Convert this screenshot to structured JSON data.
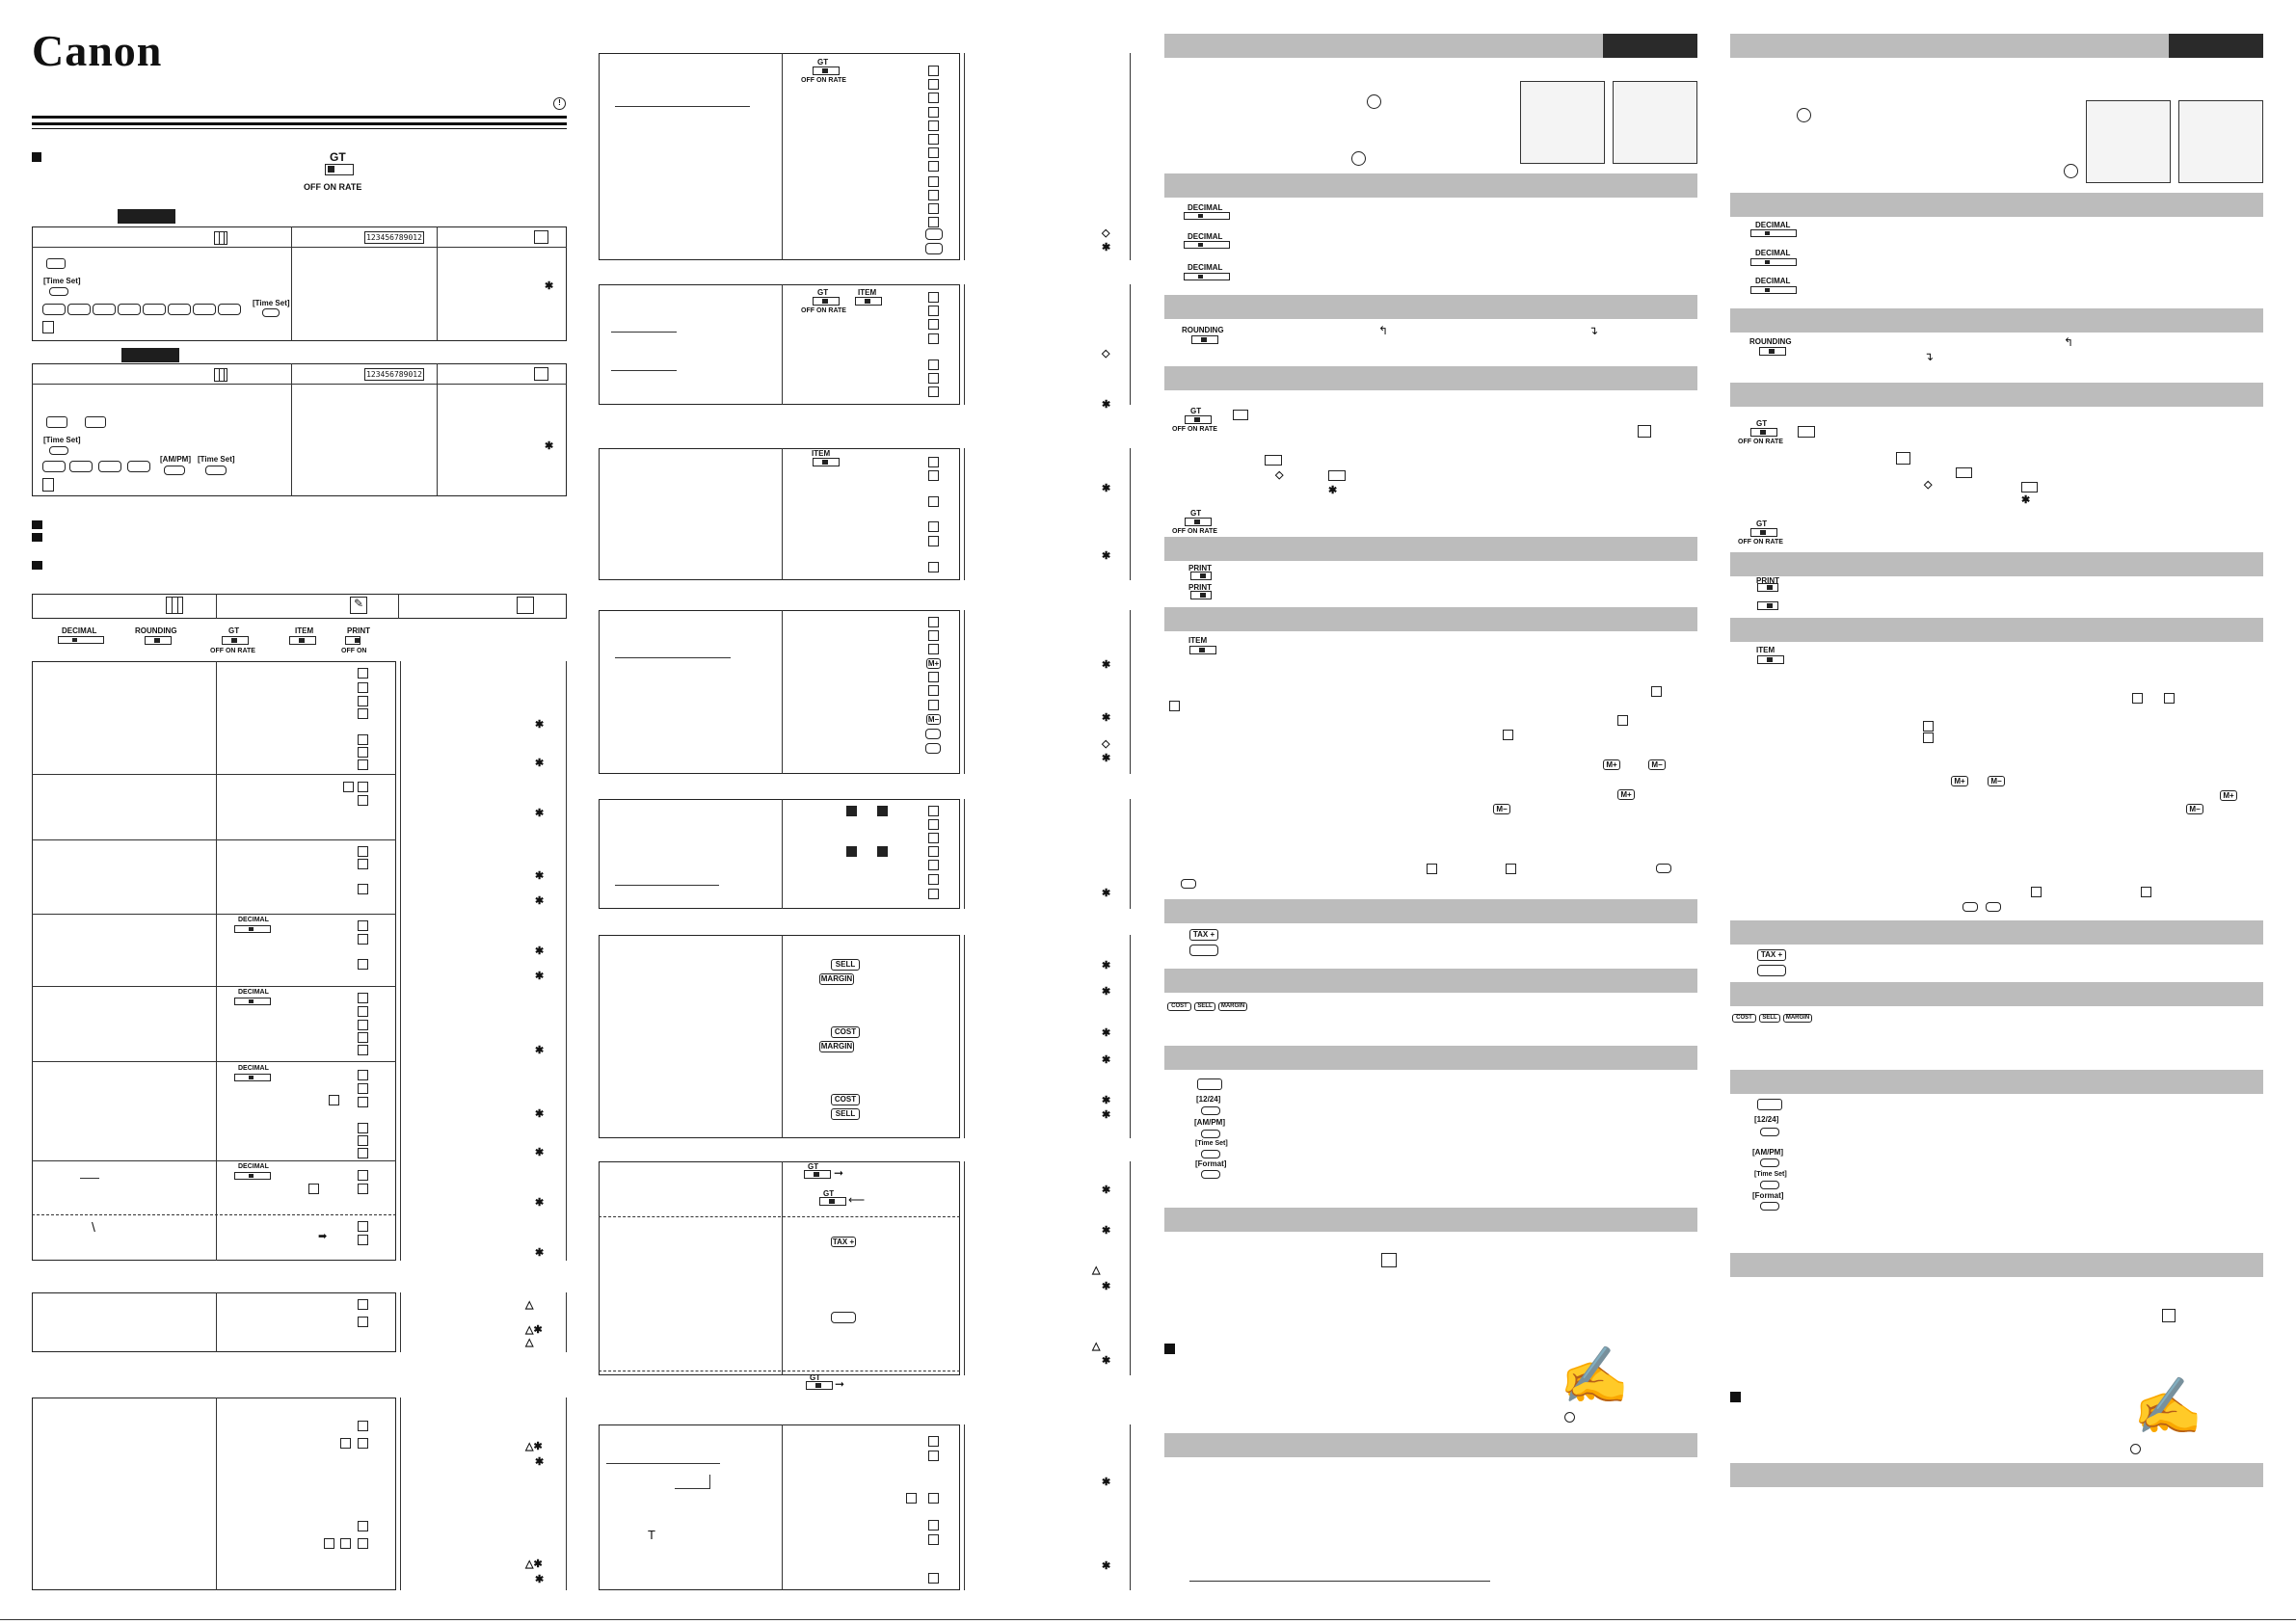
{
  "brand": {
    "logo_text": "Canon"
  },
  "switch_labels": {
    "gt": "GT",
    "gt_positions": "OFF  ON  RATE",
    "decimal": "DECIMAL",
    "rounding": "ROUNDING",
    "item": "ITEM",
    "print": "PRINT",
    "off_on": "OFF ON"
  },
  "key_labels": {
    "time_set": "[Time Set]",
    "am_pm": "[AM/PM]",
    "twelve_24": "[12/24]",
    "format": "[Format]",
    "tax_plus": "TAX +",
    "sell": "SELL",
    "margin": "MARGIN",
    "cost": "COST",
    "m_plus": "M+",
    "m_minus": "M−"
  },
  "display_readout": "123456789012",
  "icons": {
    "keypad": "keypad-icon",
    "display": "display-icon",
    "printer": "printer-icon",
    "pen": "pen-icon",
    "power": "power-icon"
  },
  "colors": {
    "section_bar": "#bcbcbc",
    "dark_tab": "#2a2a2a",
    "ink": "#111111"
  }
}
